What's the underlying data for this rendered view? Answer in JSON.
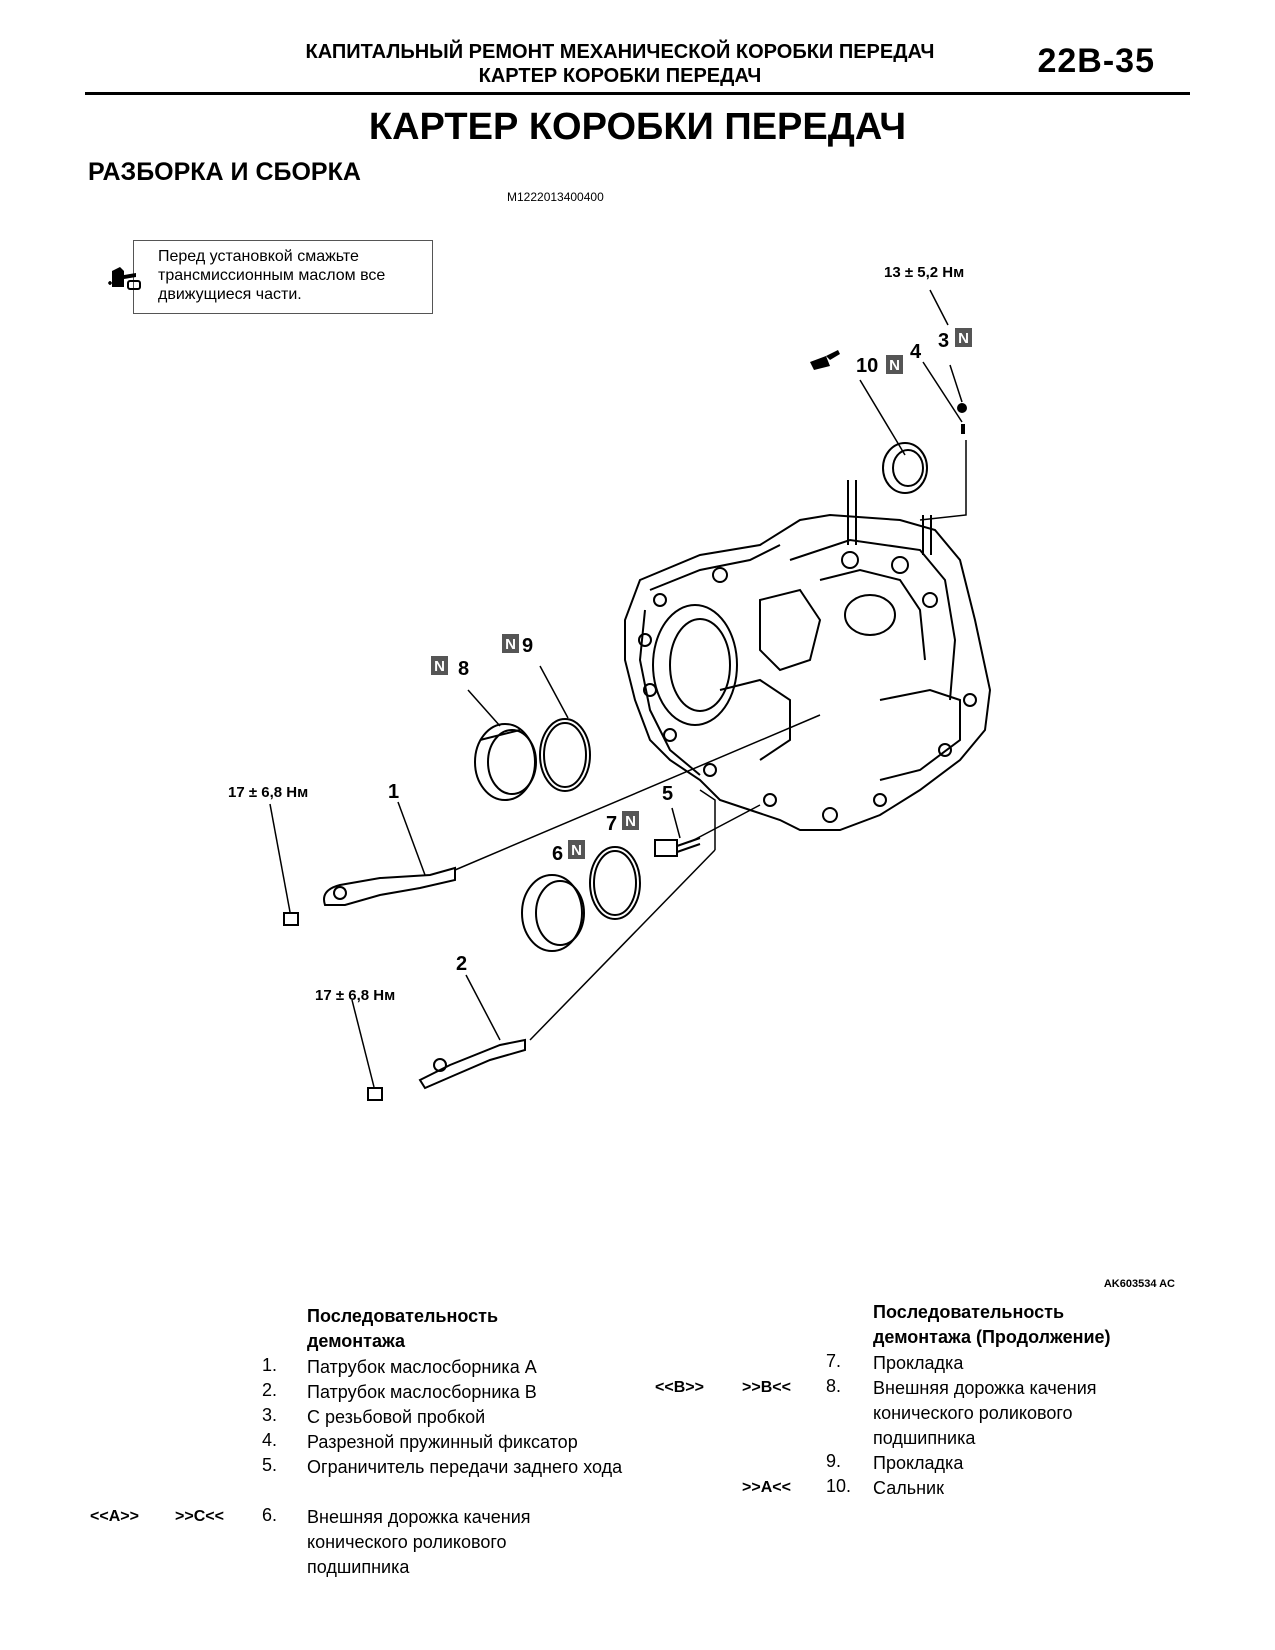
{
  "header": {
    "line1": "КАПИТАЛЬНЫЙ РЕМОНТ МЕХАНИЧЕСКОЙ КОРОБКИ ПЕРЕДАЧ",
    "line2": "КАРТЕР КОРОБКИ ПЕРЕДАЧ",
    "page_number": "22B-35"
  },
  "title": "КАРТЕР КОРОБКИ ПЕРЕДАЧ",
  "subtitle": "РАЗБОРКА И СБОРКА",
  "doc_id": "M1222013400400",
  "note": "Перед установкой смажьте трансмиссионным маслом все движущиеся части.",
  "diagram": {
    "figure_id": "AK603534 AC",
    "torque_top": "13 ± 5,2 Нм",
    "torque_1": "17 ± 6,8 Нм",
    "torque_2": "17 ± 6,8 Нм",
    "callouts": [
      "1",
      "2",
      "3",
      "4",
      "5",
      "6",
      "7",
      "8",
      "9",
      "10"
    ],
    "n_mark": "N"
  },
  "sequence_left": {
    "heading": "Последовательность демонтажа",
    "items": [
      {
        "num": "1.",
        "text": "Патрубок маслосборника А"
      },
      {
        "num": "2.",
        "text": "Патрубок маслосборника B"
      },
      {
        "num": "3.",
        "text": "С резьбовой пробкой"
      },
      {
        "num": "4.",
        "text": "Разрезной пружинный фиксатор"
      },
      {
        "num": "5.",
        "text": "Ограничитель передачи заднего хода"
      },
      {
        "num": "6.",
        "text": "Внешняя дорожка качения конического роликового подшипника",
        "ref_removal": "<<A>>",
        "ref_install": ">>C<<"
      }
    ]
  },
  "sequence_right": {
    "heading": "Последовательность демонтажа (Продолжение)",
    "items": [
      {
        "num": "7.",
        "text": "Прокладка"
      },
      {
        "num": "8.",
        "text": "Внешняя дорожка качения конического роликового подшипника",
        "ref_removal": "<<B>>",
        "ref_install": ">>B<<"
      },
      {
        "num": "9.",
        "text": "Прокладка"
      },
      {
        "num": "10.",
        "text": "Сальник",
        "ref_install": ">>A<<"
      }
    ]
  }
}
